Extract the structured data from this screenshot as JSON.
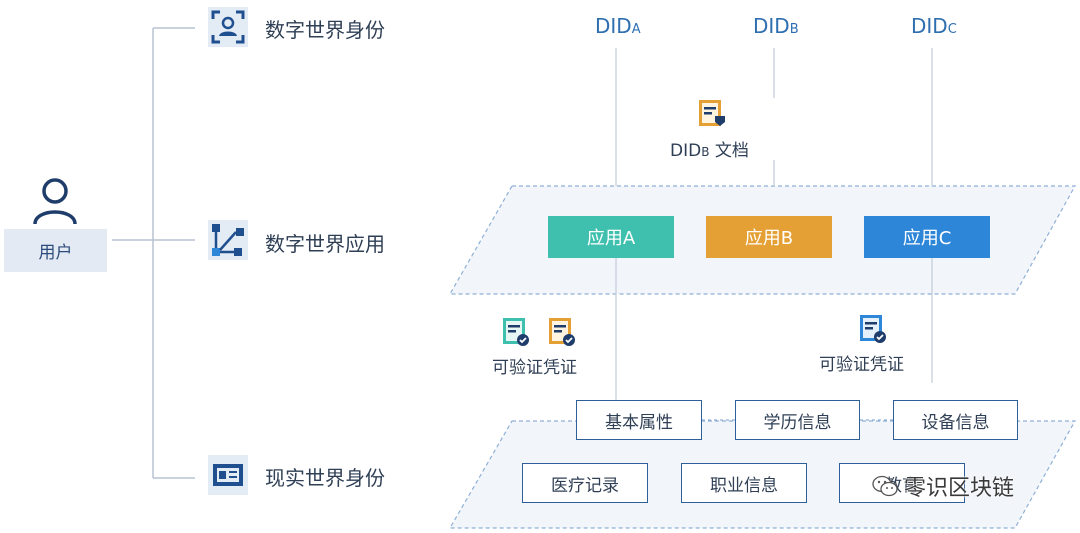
{
  "user": {
    "label": "用户"
  },
  "categories": [
    {
      "label": "数字世界身份",
      "icon": "face-id-icon"
    },
    {
      "label": "数字世界应用",
      "icon": "network-nodes-icon"
    },
    {
      "label": "现实世界身份",
      "icon": "id-card-icon"
    }
  ],
  "dids": [
    {
      "main": "DID",
      "sub": "A"
    },
    {
      "main": "DID",
      "sub": "B"
    },
    {
      "main": "DID",
      "sub": "C"
    }
  ],
  "did_document": {
    "main": "DID",
    "sub": "B",
    "suffix": " 文档",
    "icon": "document-icon"
  },
  "apps": [
    {
      "label": "应用A",
      "color": "#3fbfae"
    },
    {
      "label": "应用B",
      "color": "#e5a035"
    },
    {
      "label": "应用C",
      "color": "#2e86d8"
    }
  ],
  "credentials": [
    {
      "label": "可验证凭证",
      "icons": [
        "teal-credential-icon",
        "orange-credential-icon"
      ]
    },
    {
      "label": "可验证凭证",
      "icons": [
        "blue-credential-icon"
      ]
    }
  ],
  "attributes_row1": [
    "基本属性",
    "学历信息",
    "设备信息"
  ],
  "attributes_row2": [
    "医疗记录",
    "职业信息",
    "教育"
  ],
  "watermark": {
    "text": "零识区块链",
    "icon": "wechat-icon"
  },
  "colors": {
    "accent": "#2f6fb0",
    "teal": "#3fbfae",
    "orange": "#e5a035",
    "blue": "#2e86d8",
    "line": "#b9c4d2"
  }
}
